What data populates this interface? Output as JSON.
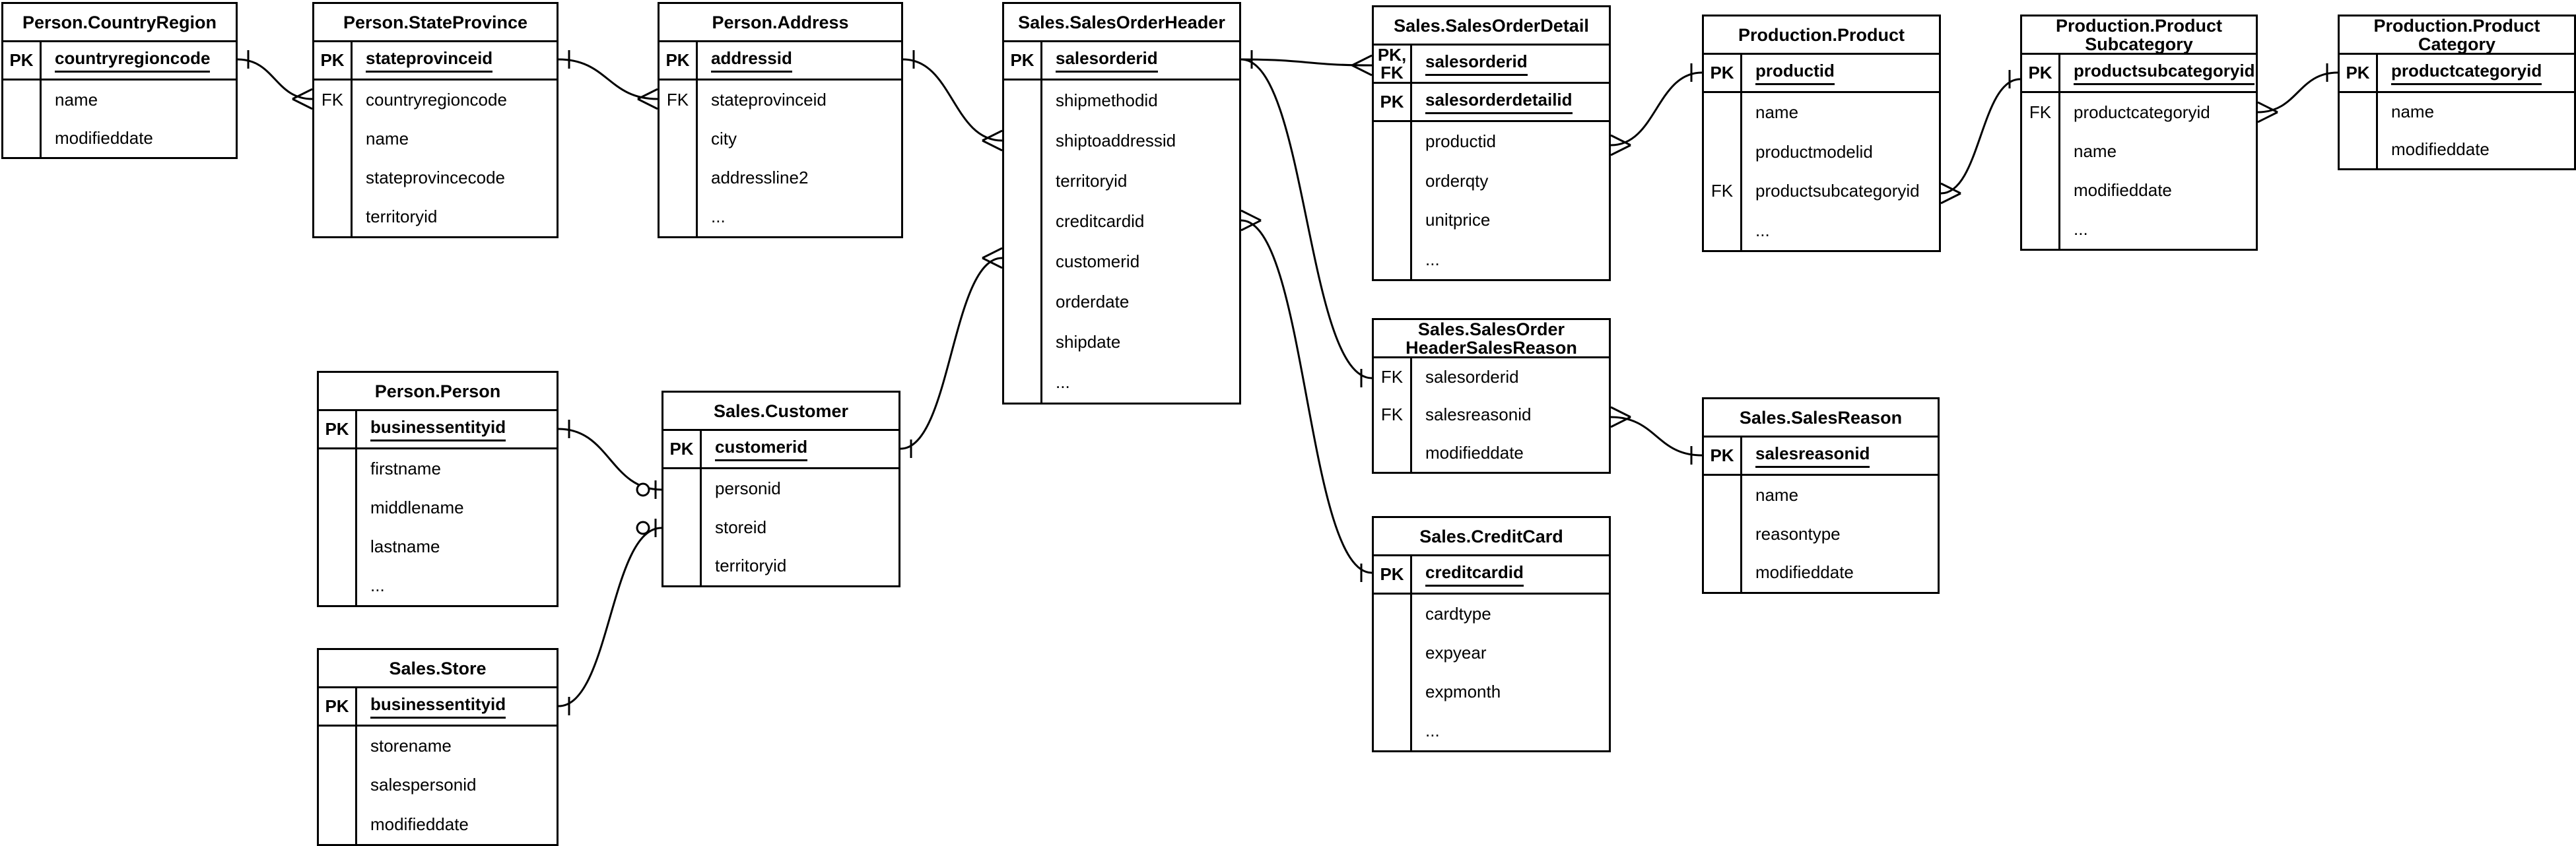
{
  "diagram": {
    "kind": "entity-relationship-diagram",
    "background": "#ffffff",
    "line_color": "#000000",
    "text_color": "#000000",
    "tables": [
      {
        "id": "person_countryregion",
        "title": "Person.CountryRegion",
        "title_lines": [
          "Person.CountryRegion"
        ],
        "key_rows": [
          {
            "key_lines": [
              "PK"
            ],
            "field": "countryregioncode"
          }
        ],
        "body_rows": [
          {
            "key": "",
            "field": "name"
          },
          {
            "key": "",
            "field": "modifieddate"
          }
        ]
      },
      {
        "id": "person_stateprovince",
        "title": "Person.StateProvince",
        "title_lines": [
          "Person.StateProvince"
        ],
        "key_rows": [
          {
            "key_lines": [
              "PK"
            ],
            "field": "stateprovinceid"
          }
        ],
        "body_rows": [
          {
            "key": "FK",
            "field": "countryregioncode"
          },
          {
            "key": "",
            "field": "name"
          },
          {
            "key": "",
            "field": "stateprovincecode"
          },
          {
            "key": "",
            "field": "territoryid"
          }
        ]
      },
      {
        "id": "person_address",
        "title": "Person.Address",
        "title_lines": [
          "Person.Address"
        ],
        "key_rows": [
          {
            "key_lines": [
              "PK"
            ],
            "field": "addressid"
          }
        ],
        "body_rows": [
          {
            "key": "FK",
            "field": "stateprovinceid"
          },
          {
            "key": "",
            "field": "city"
          },
          {
            "key": "",
            "field": "addressline2"
          },
          {
            "key": "",
            "field": "..."
          }
        ]
      },
      {
        "id": "sales_salesorderheader",
        "title": "Sales.SalesOrderHeader",
        "title_lines": [
          "Sales.SalesOrderHeader"
        ],
        "key_rows": [
          {
            "key_lines": [
              "PK"
            ],
            "field": "salesorderid"
          }
        ],
        "body_rows": [
          {
            "key": "",
            "field": "shipmethodid"
          },
          {
            "key": "",
            "field": "shiptoaddressid"
          },
          {
            "key": "",
            "field": "territoryid"
          },
          {
            "key": "",
            "field": "creditcardid"
          },
          {
            "key": "",
            "field": "customerid"
          },
          {
            "key": "",
            "field": "orderdate"
          },
          {
            "key": "",
            "field": "shipdate"
          },
          {
            "key": "",
            "field": "..."
          }
        ]
      },
      {
        "id": "sales_salesorderdetail",
        "title": "Sales.SalesOrderDetail",
        "title_lines": [
          "Sales.SalesOrderDetail"
        ],
        "key_rows": [
          {
            "key_lines": [
              "PK,",
              "FK"
            ],
            "field": "salesorderid"
          },
          {
            "key_lines": [
              "PK"
            ],
            "field": "salesorderdetailid"
          }
        ],
        "body_rows": [
          {
            "key": "",
            "field": "productid"
          },
          {
            "key": "",
            "field": "orderqty"
          },
          {
            "key": "",
            "field": "unitprice"
          },
          {
            "key": "",
            "field": "..."
          }
        ]
      },
      {
        "id": "production_product",
        "title": "Production.Product",
        "title_lines": [
          "Production.Product"
        ],
        "key_rows": [
          {
            "key_lines": [
              "PK"
            ],
            "field": "productid"
          }
        ],
        "body_rows": [
          {
            "key": "",
            "field": "name"
          },
          {
            "key": "",
            "field": "productmodelid"
          },
          {
            "key": "FK",
            "field": "productsubcategoryid"
          },
          {
            "key": "",
            "field": "..."
          }
        ]
      },
      {
        "id": "production_productsubcategory",
        "title": "Production.ProductSubcategory",
        "title_lines": [
          "Production.Product",
          "Subcategory"
        ],
        "key_rows": [
          {
            "key_lines": [
              "PK"
            ],
            "field": "productsubcategoryid"
          }
        ],
        "body_rows": [
          {
            "key": "FK",
            "field": "productcategoryid"
          },
          {
            "key": "",
            "field": "name"
          },
          {
            "key": "",
            "field": "modifieddate"
          },
          {
            "key": "",
            "field": "..."
          }
        ]
      },
      {
        "id": "production_productcategory",
        "title": "Production.ProductCategory",
        "title_lines": [
          "Production.Product",
          "Category"
        ],
        "key_rows": [
          {
            "key_lines": [
              "PK"
            ],
            "field": "productcategoryid"
          }
        ],
        "body_rows": [
          {
            "key": "",
            "field": "name"
          },
          {
            "key": "",
            "field": "modifieddate"
          }
        ]
      },
      {
        "id": "person_person",
        "title": "Person.Person",
        "title_lines": [
          "Person.Person"
        ],
        "key_rows": [
          {
            "key_lines": [
              "PK"
            ],
            "field": "businessentityid"
          }
        ],
        "body_rows": [
          {
            "key": "",
            "field": "firstname"
          },
          {
            "key": "",
            "field": "middlename"
          },
          {
            "key": "",
            "field": "lastname"
          },
          {
            "key": "",
            "field": "..."
          }
        ]
      },
      {
        "id": "sales_customer",
        "title": "Sales.Customer",
        "title_lines": [
          "Sales.Customer"
        ],
        "key_rows": [
          {
            "key_lines": [
              "PK"
            ],
            "field": "customerid"
          }
        ],
        "body_rows": [
          {
            "key": "",
            "field": "personid"
          },
          {
            "key": "",
            "field": "storeid"
          },
          {
            "key": "",
            "field": "territoryid"
          }
        ]
      },
      {
        "id": "sales_salesorderheadersalesreason",
        "title": "Sales.SalesOrderHeaderSalesReason",
        "title_lines": [
          "Sales.SalesOrder",
          "HeaderSalesReason"
        ],
        "key_rows": [],
        "body_rows": [
          {
            "key": "FK",
            "field": "salesorderid"
          },
          {
            "key": "FK",
            "field": "salesreasonid"
          },
          {
            "key": "",
            "field": "modifieddate"
          }
        ]
      },
      {
        "id": "sales_salesreason",
        "title": "Sales.SalesReason",
        "title_lines": [
          "Sales.SalesReason"
        ],
        "key_rows": [
          {
            "key_lines": [
              "PK"
            ],
            "field": "salesreasonid"
          }
        ],
        "body_rows": [
          {
            "key": "",
            "field": "name"
          },
          {
            "key": "",
            "field": "reasontype"
          },
          {
            "key": "",
            "field": "modifieddate"
          }
        ]
      },
      {
        "id": "sales_creditcard",
        "title": "Sales.CreditCard",
        "title_lines": [
          "Sales.CreditCard"
        ],
        "key_rows": [
          {
            "key_lines": [
              "PK"
            ],
            "field": "creditcardid"
          }
        ],
        "body_rows": [
          {
            "key": "",
            "field": "cardtype"
          },
          {
            "key": "",
            "field": "expyear"
          },
          {
            "key": "",
            "field": "expmonth"
          },
          {
            "key": "",
            "field": "..."
          }
        ]
      },
      {
        "id": "sales_store",
        "title": "Sales.Store",
        "title_lines": [
          "Sales.Store"
        ],
        "key_rows": [
          {
            "key_lines": [
              "PK"
            ],
            "field": "businessentityid"
          }
        ],
        "body_rows": [
          {
            "key": "",
            "field": "storename"
          },
          {
            "key": "",
            "field": "salespersonid"
          },
          {
            "key": "",
            "field": "modifieddate"
          }
        ]
      }
    ],
    "relationships": [
      {
        "from": "Person.CountryRegion",
        "to": "Person.StateProvince",
        "from_cardinality": "one",
        "to_cardinality": "many",
        "via": "countryregioncode"
      },
      {
        "from": "Person.StateProvince",
        "to": "Person.Address",
        "from_cardinality": "one",
        "to_cardinality": "many",
        "via": "stateprovinceid"
      },
      {
        "from": "Person.Address",
        "to": "Sales.SalesOrderHeader",
        "from_cardinality": "one",
        "to_cardinality": "many",
        "via": "shiptoaddressid"
      },
      {
        "from": "Sales.Customer",
        "to": "Sales.SalesOrderHeader",
        "from_cardinality": "one",
        "to_cardinality": "many",
        "via": "customerid"
      },
      {
        "from": "Person.Person",
        "to": "Sales.Customer",
        "from_cardinality": "one",
        "to_cardinality": "zero-or-one",
        "via": "personid"
      },
      {
        "from": "Sales.Store",
        "to": "Sales.Customer",
        "from_cardinality": "one",
        "to_cardinality": "zero-or-one",
        "via": "storeid"
      },
      {
        "from": "Sales.SalesOrderHeader",
        "to": "Sales.SalesOrderDetail",
        "from_cardinality": "one",
        "to_cardinality": "many",
        "via": "salesorderid"
      },
      {
        "from": "Sales.SalesOrderHeader",
        "to": "Sales.SalesOrderHeaderSalesReason",
        "from_cardinality": "one",
        "to_cardinality": "one",
        "via": "salesorderid"
      },
      {
        "from": "Sales.SalesOrderHeader",
        "to": "Sales.CreditCard",
        "from_cardinality": "many",
        "to_cardinality": "one",
        "via": "creditcardid"
      },
      {
        "from": "Sales.SalesOrderDetail",
        "to": "Production.Product",
        "from_cardinality": "many",
        "to_cardinality": "one",
        "via": "productid"
      },
      {
        "from": "Production.Product",
        "to": "Production.ProductSubcategory",
        "from_cardinality": "many",
        "to_cardinality": "one",
        "via": "productsubcategoryid"
      },
      {
        "from": "Production.ProductSubcategory",
        "to": "Production.ProductCategory",
        "from_cardinality": "many",
        "to_cardinality": "one",
        "via": "productcategoryid"
      },
      {
        "from": "Sales.SalesOrderHeaderSalesReason",
        "to": "Sales.SalesReason",
        "from_cardinality": "many",
        "to_cardinality": "one",
        "via": "salesreasonid"
      }
    ]
  }
}
